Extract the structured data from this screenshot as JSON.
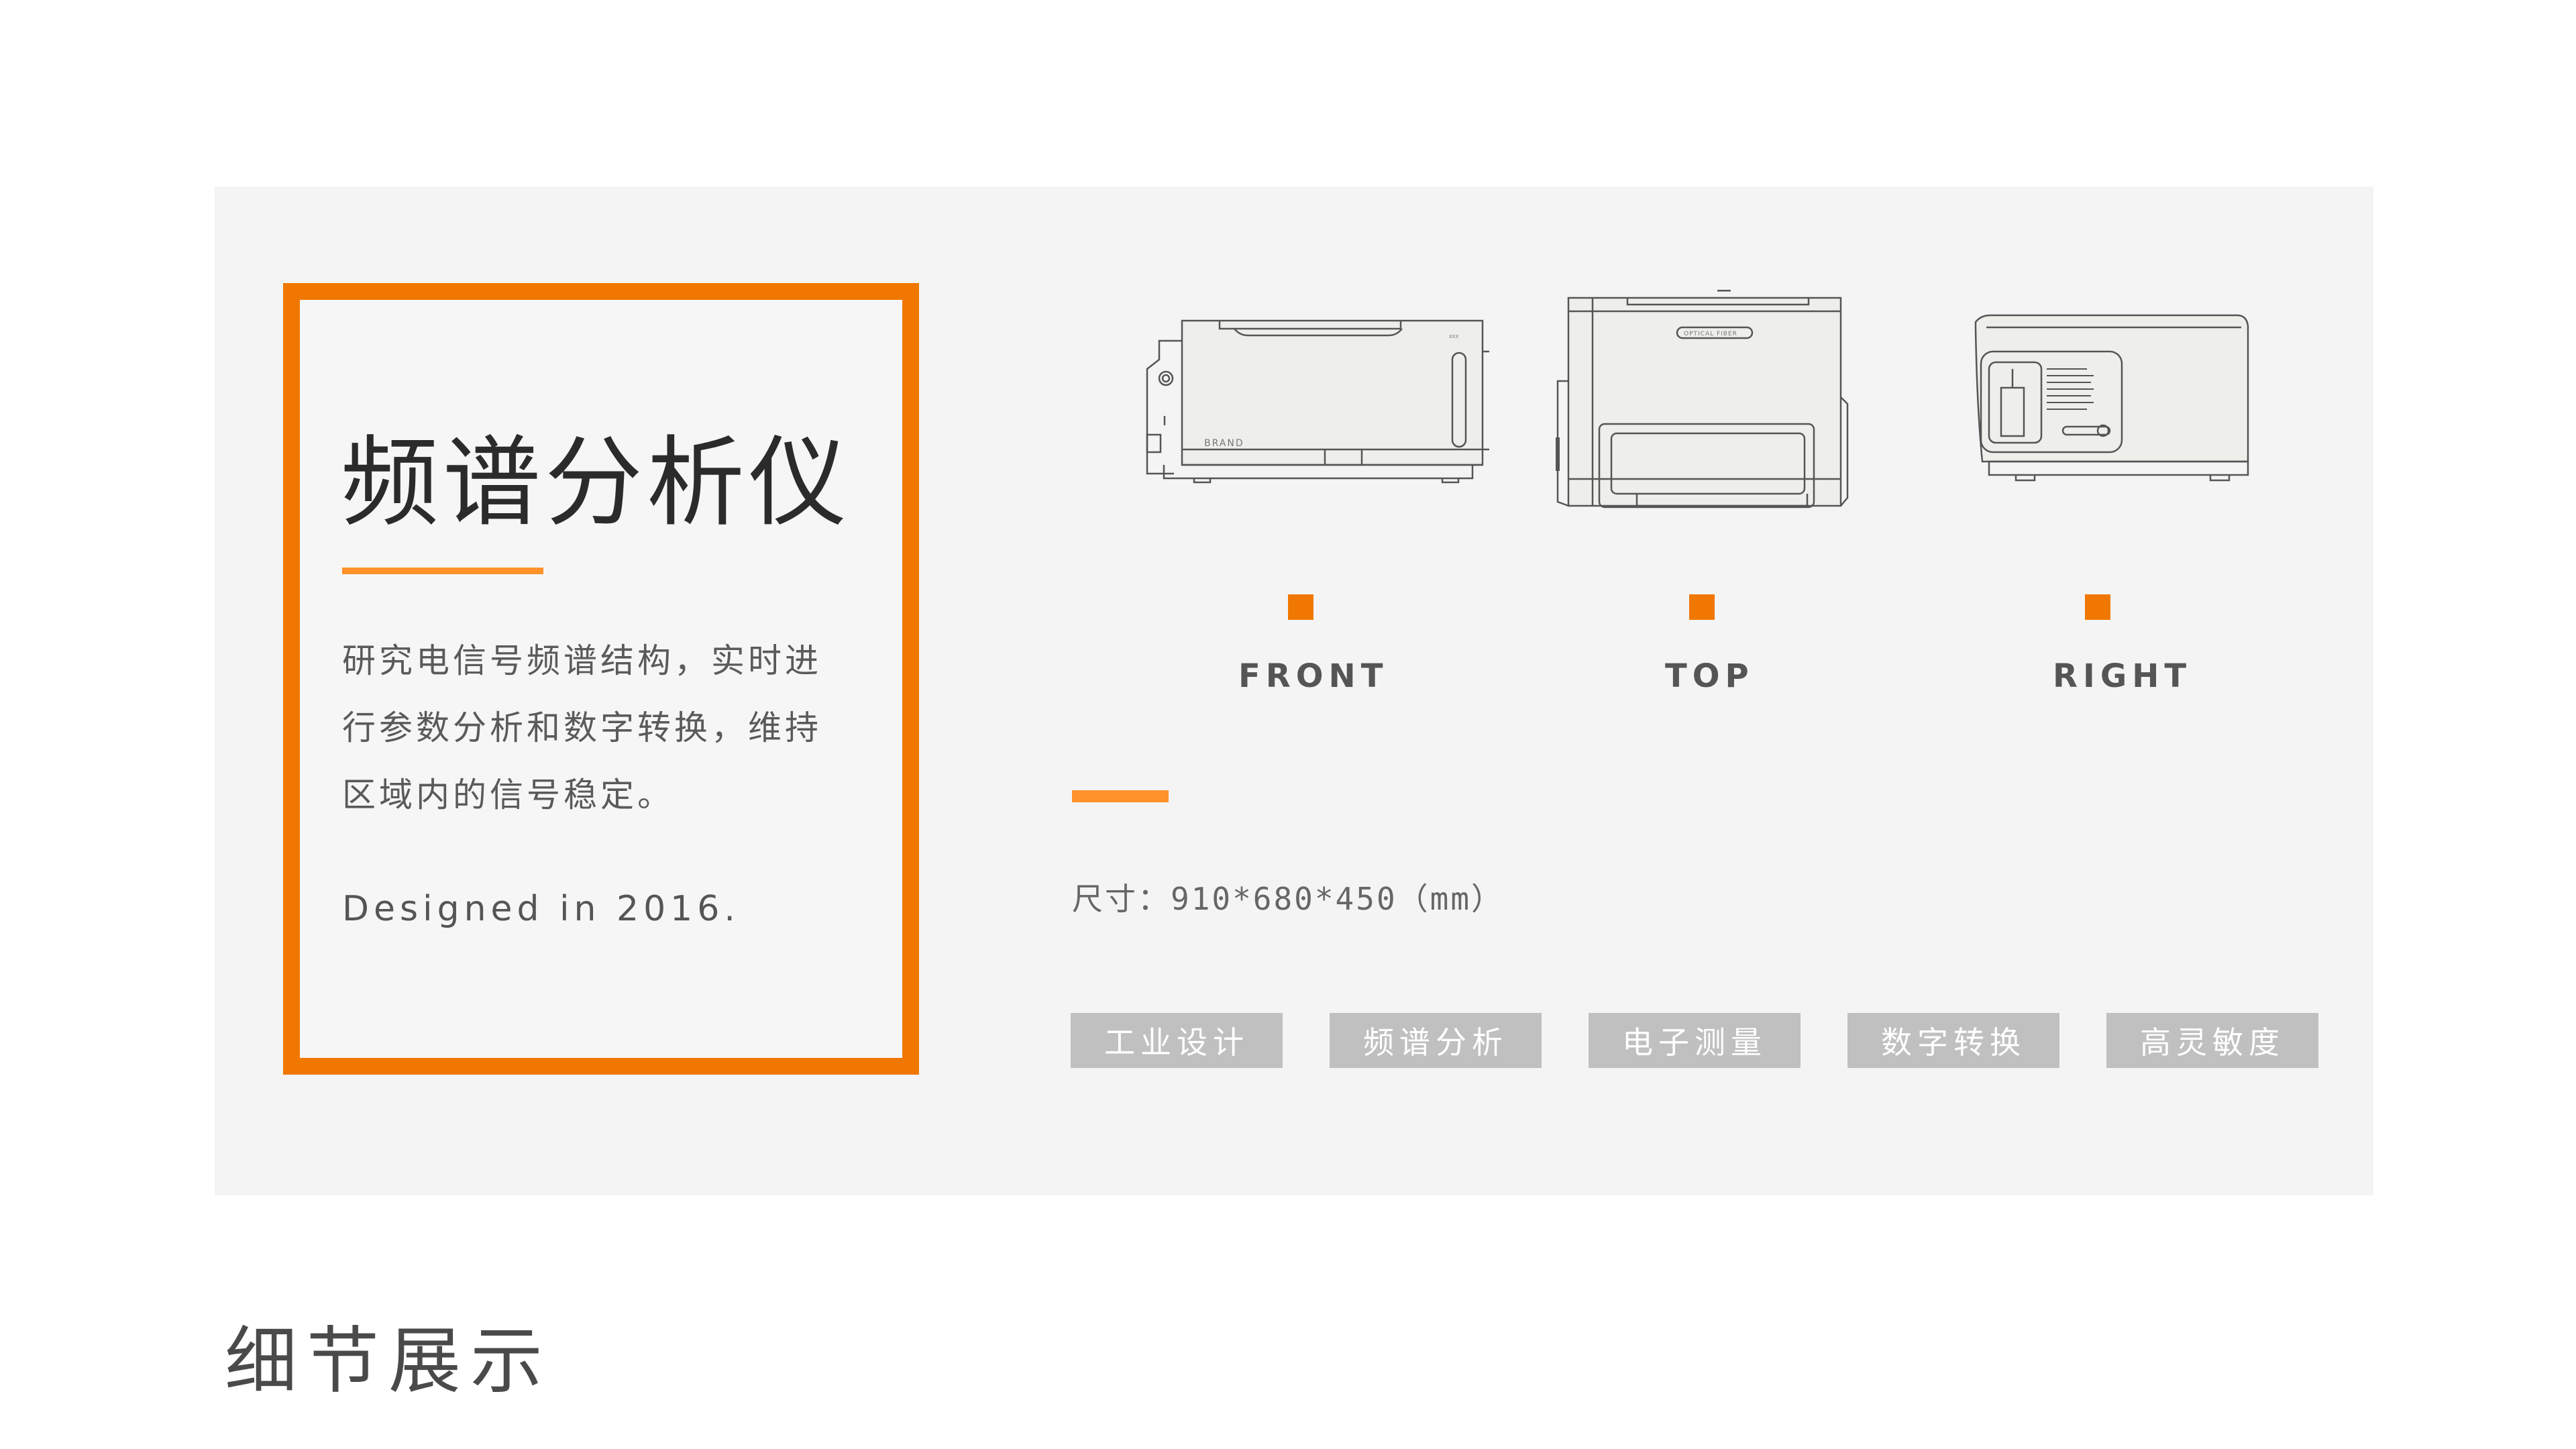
{
  "product": {
    "title": "频谱分析仪",
    "description": "研究电信号频谱结构，实时进行参数分析和数字转换，维持区域内的信号稳定。",
    "designed": "Designed in 2016."
  },
  "views": [
    {
      "label": "FRONT",
      "icon": "device-front-view-drawing"
    },
    {
      "label": "TOP",
      "icon": "device-top-view-drawing"
    },
    {
      "label": "RIGHT",
      "icon": "device-right-view-drawing"
    }
  ],
  "specs": {
    "dimensions": "尺寸：910*680*450（mm）"
  },
  "tags": [
    "工业设计",
    "频谱分析",
    "电子测量",
    "数字转换",
    "高灵敏度"
  ],
  "section": {
    "heading": "细节展示"
  },
  "colors": {
    "accent_orange": "#f07800",
    "rule_orange": "#ff922b",
    "panel_bg": "#f4f4f4",
    "tag_bg": "#c0c0c0",
    "title_text": "#2b2b2b",
    "body_text": "#5a5a5a"
  }
}
